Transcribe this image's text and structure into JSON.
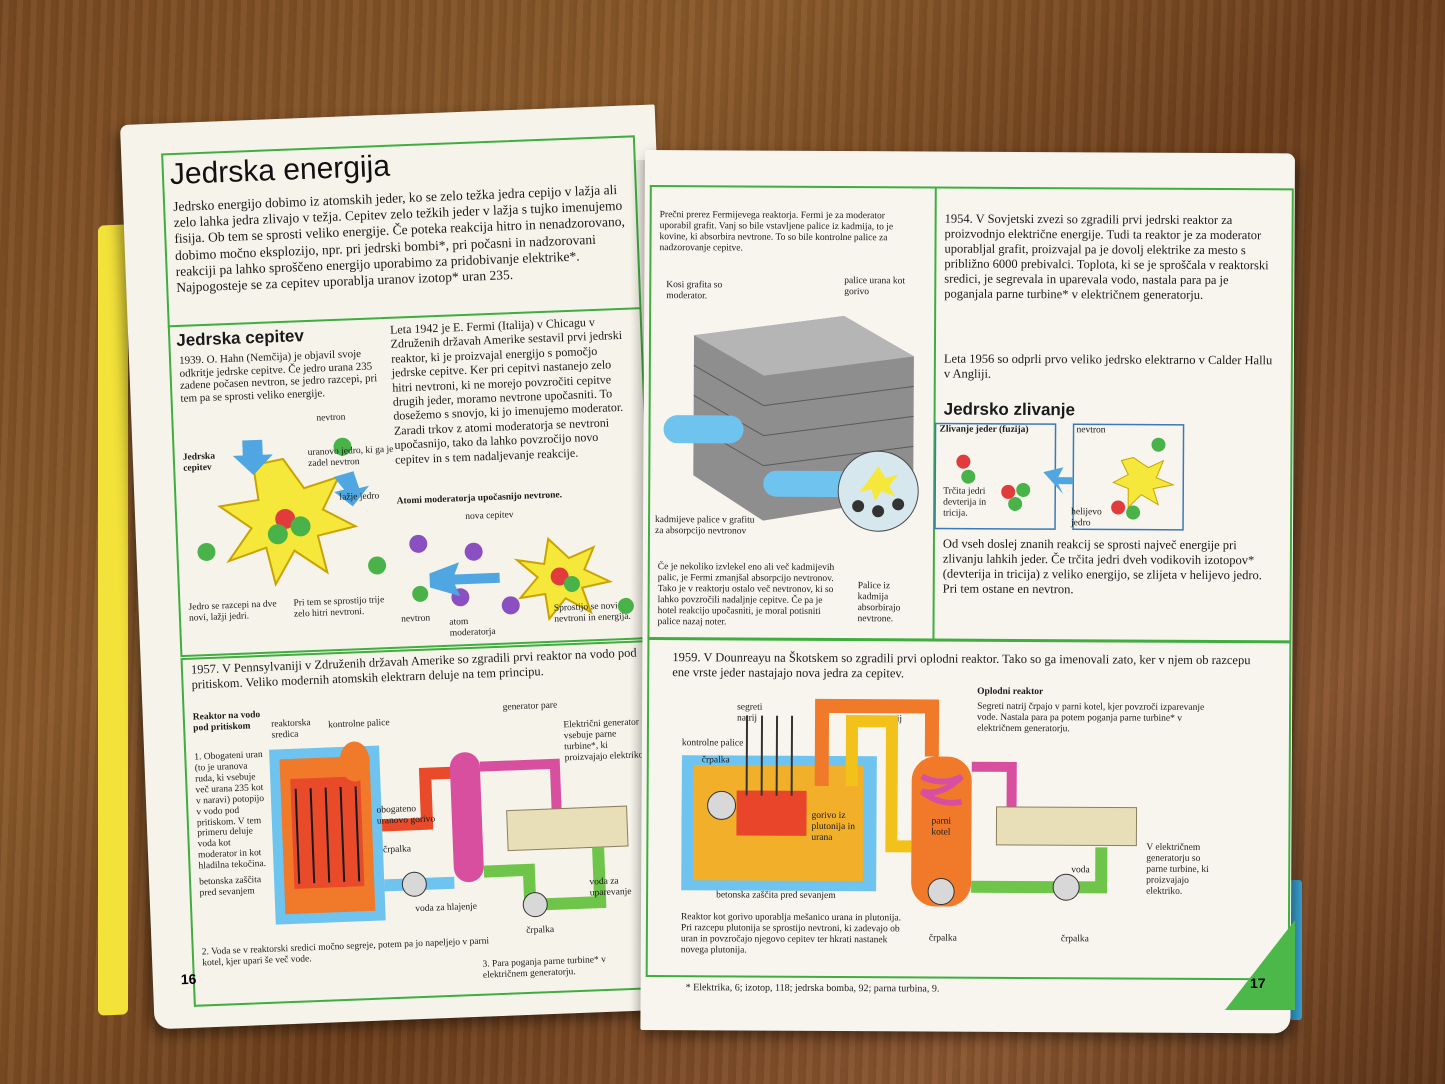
{
  "left": {
    "title": "Jedrska energija",
    "intro": "Jedrsko energijo dobimo iz atomskih jeder, ko se zelo težka jedra cepijo v lažja ali zelo lahka jedra zlivajo v težja. Cepitev zelo težkih jeder v lažja s tujko imenujemo fisija. Ob tem se sprosti veliko energije. Če poteka reakcija hitro in nenadzorovano, dobimo močno eksplozijo, npr. pri jedrski bombi*, pri počasni in nadzorovani reakciji pa lahko sproščeno energijo uporabimo za pridobivanje elektrike*. Najpogosteje se za cepitev uporablja uranov izotop* uran 235.",
    "h_cepitev": "Jedrska cepitev",
    "p1939": "1939. O. Hahn (Nemčija) je objavil svoje odkritje jedrske cepitve. Če jedro urana 235 zadene počasen nevtron, se jedro razcepi, pri tem pa se sprosti veliko energije.",
    "p1942": "Leta 1942 je E. Fermi (Italija) v Chicagu v Združenih državah Amerike sestavil prvi jedrski reaktor, ki je proizvajal energijo s pomočjo jedrske cepitve. Ker pri cepitvi nastanejo zelo hitri nevtroni, ki ne morejo povzročiti cepitve drugih jeder, moramo nevtrone upočasniti. To dosežemo s snovjo, ki jo imenujemo moderator. Zaradi trkov z atomi moderatorja se nevtroni upočasnijo, tako da lahko povzročijo novo cepitev in s tem nadaljevanje reakcije.",
    "lbl_nevtron": "nevtron",
    "lbl_uranovo": "uranovo jedro, ki ga je zadel nevtron",
    "lbl_jedrska_cepitev": "Jedrska cepitev",
    "lbl_lazje": "lažje jedro",
    "lbl_razcepi": "Jedro se razcepi na dve novi, lažji jedri.",
    "lbl_sprostijo": "Pri tem se sprostijo trije zelo hitri nevtroni.",
    "lbl_atomi_mod": "Atomi moderatorja upočasnijo nevtrone.",
    "lbl_nova": "nova cepitev",
    "lbl_nevtron2": "nevtron",
    "lbl_atom_mod": "atom moderatorja",
    "lbl_sprostijo2": "Sprostijo se novi nevtroni in energija.",
    "p1957": "1957. V Pennsylvaniji v Združenih državah Amerike so zgradili prvi reaktor na vodo pod pritiskom. Veliko modernih atomskih elektrarn deluje na tem principu.",
    "lbl_reaktor_voda": "Reaktor na vodo pod pritiskom",
    "lbl_sredica": "reaktorska sredica",
    "lbl_kontrolne": "kontrolne palice",
    "lbl_generator": "generator pare",
    "lbl_elgen": "Električni generator vsebuje parne turbine*, ki proizvajajo elektriko.",
    "lbl_obogateni": "1. Obogateni uran (to je uranova ruda, ki vsebuje več urana 235 kot v naravi) potopijo v vodo pod pritiskom. V tem primeru deluje voda kot moderator in kot hladilna tekočina.",
    "lbl_obogateno_gorivo": "obogateno uranovo gorivo",
    "lbl_crpalka": "črpalka",
    "lbl_betonska": "betonska zaščita pred sevanjem",
    "lbl_voda_hlajenje": "voda za hlajenje",
    "lbl_voda_upar": "voda za uparevanje",
    "lbl_crpalka2": "črpalka",
    "lbl_step2": "2. Voda se v reaktorski sredici močno segreje, potem pa jo napeljejo v parni kotel, kjer upari še več vode.",
    "lbl_step3": "3. Para poganja parne turbine* v električnem generatorju.",
    "pagenum": "16"
  },
  "right": {
    "fermi_caption": "Prečni prerez Fermijevega reaktorja. Fermi je za moderator uporabil grafit. Vanj so bile vstavljene palice iz kadmija, to je kovine, ki absorbira nevtrone. To so bile kontrolne palice za nadzorovanje cepitve.",
    "lbl_kosi": "Kosi grafita so moderator.",
    "lbl_palice_urana": "palice urana kot gorivo",
    "lbl_kadmijeve": "kadmijeve palice v grafitu za absorpcijo nevtronov",
    "lbl_ce_nekoliko": "Če je nekoliko izvlekel eno ali več kadmijevih palic, je Fermi zmanjšal absorpcijo nevtronov. Tako je v reaktorju ostalo več nevtronov, ki so lahko povzročili nadaljnje cepitve. Če pa je hotel reakcijo upočasniti, je moral potisniti palice nazaj noter.",
    "lbl_palice_kadmija": "Palice iz kadmija absorbirajo nevtrone.",
    "p1954": "1954. V Sovjetski zvezi so zgradili prvi jedrski reaktor za proizvodnjo električne energije. Tudi ta reaktor je za moderator uporabljal grafit, proizvajal pa je dovolj elektrike za mesto s približno 6000 prebivalci. Toplota, ki se je sproščala v reaktorski sredici, je segrevala in uparevala vodo, nastala para pa je poganjala parne turbine* v električnem generatorju.",
    "p1956": "Leta 1956 so odprli prvo veliko jedrsko elektrarno v Calder Hallu v Angliji.",
    "h_zlivanje": "Jedrsko zlivanje",
    "lbl_zlivanje_jeder": "Zlivanje jeder (fuzija)",
    "lbl_nevtron": "nevtron",
    "lbl_trcita": "Trčita jedri devterija in tricija.",
    "lbl_helij": "helijevo jedro",
    "p_zlivanje": "Od vseh doslej znanih reakcij se sprosti največ energije pri zlivanju lahkih jeder. Če trčita jedri dveh vodikovih izotopov* (devterija in tricija) z veliko energijo, se zlijeta v helijevo jedro. Pri tem ostane en nevtron.",
    "p1959": "1959. V Dounreayu na Škotskem so zgradili prvi oplodni reaktor. Tako so ga imenovali zato, ker v njem ob razcepu ene vrste jeder nastajajo nova jedra za cepitev.",
    "lbl_segreti": "segreti natrij",
    "lbl_hladni": "hladni natrij",
    "lbl_oplodni": "Oplodni reaktor",
    "lbl_oplodni_desc": "Segreti natrij črpajo v parni kotel, kjer povzroči izparevanje vode. Nastala para pa potem poganja parne turbine* v električnem generatorju.",
    "lbl_kontrolne": "kontrolne palice",
    "lbl_crpalka": "črpalka",
    "lbl_gorivo": "gorivo iz plutonija in urana",
    "lbl_parni_kotel": "parni kotel",
    "lbl_betonska": "betonska zaščita pred sevanjem",
    "lbl_voda": "voda",
    "lbl_vel_gen": "V električnem generatorju so parne turbine, ki proizvajajo elektriko.",
    "lbl_reaktor_gorivo": "Reaktor kot gorivo uporablja mešanico urana in plutonija. Pri razcepu plutonija se sprostijo nevtroni, ki zadevajo ob uran in povzročajo njegovo cepitev ter hkrati nastanek novega plutonija.",
    "lbl_crpalka2": "črpalka",
    "lbl_crpalka3": "črpalka",
    "footnote": "* Elektrika, 6; izotop, 118; jedrska bomba, 92; parna turbina, 9.",
    "pagenum": "17"
  },
  "colors": {
    "frame_green": "#3fae3f",
    "accent_yellow": "#f3e23a",
    "pipe_blue": "#6ec3ef"
  }
}
